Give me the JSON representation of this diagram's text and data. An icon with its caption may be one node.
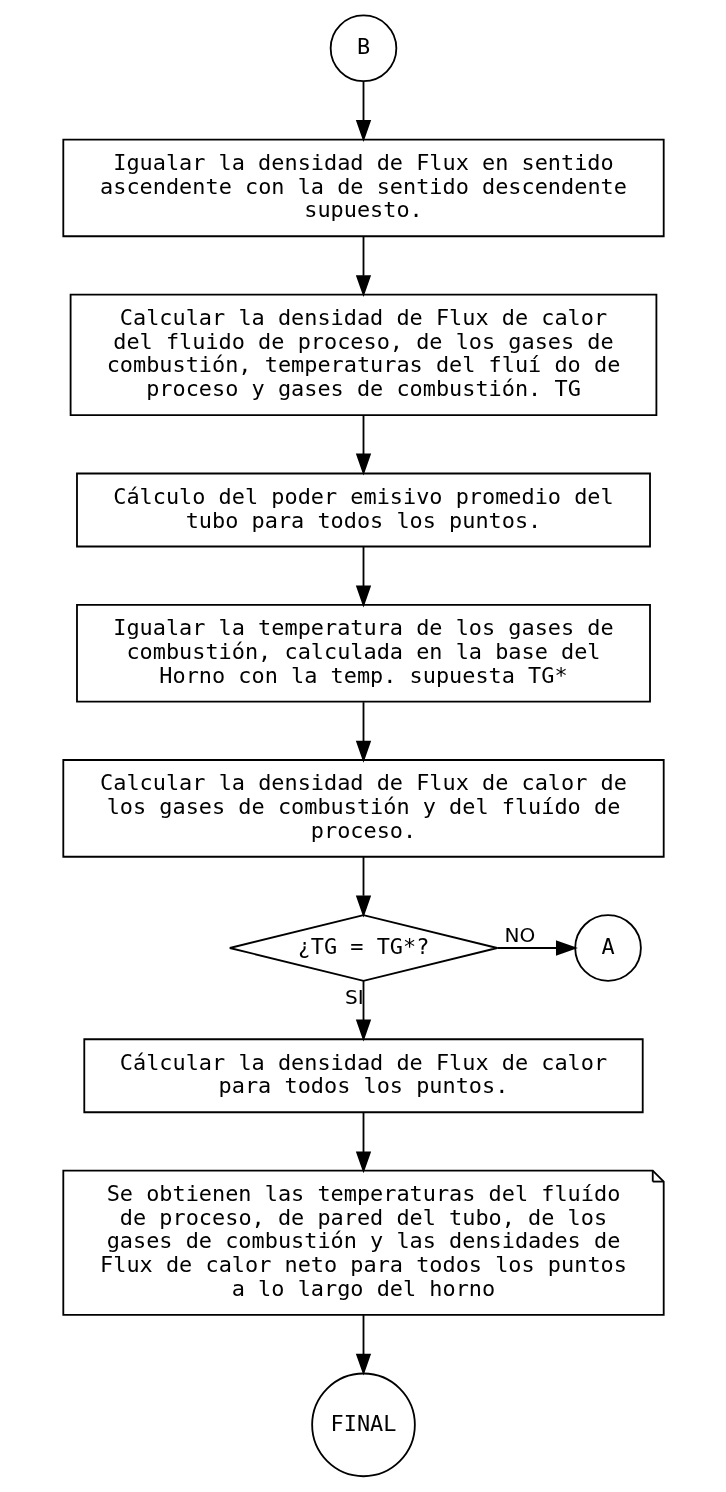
{
  "diagram": {
    "nodes": [
      {
        "text": [
          "B"
        ]
      },
      {
        "text": [
          "Igualar la densidad de Flux en sentido ascendente con la de sentido descendente supuesto."
        ]
      },
      {
        "text": [
          "Calcular la densidad de Flux de calor del fluido de proceso, de los gases de combustión, temperaturas del fluí do de proceso y gases de combustión. TG"
        ]
      },
      {
        "text": [
          "Cálculo del poder emisivo promedio del tubo para todos los puntos."
        ]
      },
      {
        "text": [
          "Igualar la temperatura de los gases de combustión, calculada en la base del Horno con la temp. supuesta TG*"
        ]
      },
      {
        "text": [
          "Calcular la densidad de Flux de calor de los gases de combustión y del fluído de proceso."
        ]
      },
      {
        "text": [
          "¿TG = TG*?"
        ]
      },
      {
        "text": [
          "A"
        ]
      },
      {
        "text": [
          "Cálcular la densidad de Flux de calor para todos los puntos."
        ]
      },
      {
        "text": [
          "Se obtienen las temperaturas del fluído de proceso, de pared del tubo, de los gases de combustión y las densidades de Flux de calor neto para todos los puntos a lo largo del horno"
        ]
      },
      {
        "text": [
          "FINAL"
        ]
      }
    ],
    "edges": [
      {
        "from": 0,
        "to": 1,
        "arrow": "to"
      },
      {
        "from": 1,
        "to": 2,
        "arrow": "to"
      },
      {
        "from": 2,
        "to": 3,
        "arrow": "to"
      },
      {
        "from": 3,
        "to": 4,
        "arrow": "to"
      },
      {
        "from": 4,
        "to": 5,
        "arrow": "to"
      },
      {
        "from": 5,
        "to": 6,
        "arrow": "to"
      },
      {
        "from": 6,
        "to": 7,
        "arrow": "to",
        "label": "NO"
      },
      {
        "from": 6,
        "to": 8,
        "arrow": "to",
        "label": "SI"
      },
      {
        "from": 8,
        "to": 9,
        "arrow": "to"
      },
      {
        "from": 9,
        "to": 10,
        "arrow": "to"
      }
    ]
  }
}
